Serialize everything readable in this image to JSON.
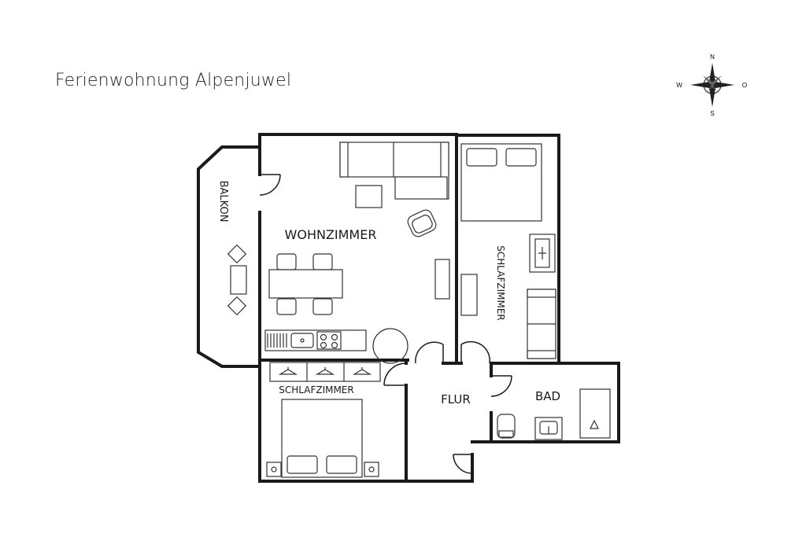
{
  "title": "Ferienwohnung Alpenjuwel",
  "compass": {
    "n": "N",
    "s": "S",
    "w": "W",
    "o": "O"
  },
  "rooms": {
    "balkon": "BALKON",
    "wohnzimmer": "WOHNZIMMER",
    "schlafzimmer_right": "SCHLAFZIMMER",
    "schlafzimmer_left": "SCHLAFZIMMER",
    "flur": "FLUR",
    "bad": "BAD"
  }
}
